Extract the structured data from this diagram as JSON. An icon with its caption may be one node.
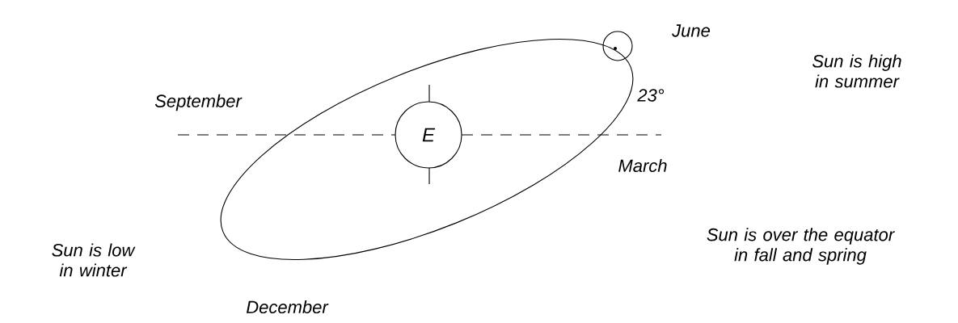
{
  "diagram": {
    "nodes": [
      {
        "text": [
          "E"
        ]
      },
      {
        "text": [],
        "shape": "circle"
      }
    ],
    "labels": [
      "June",
      "Sun is high in summer",
      "September",
      "23°",
      "March",
      "Sun is over the equator in fall and spring",
      "Sun is low in winter",
      "December"
    ]
  }
}
